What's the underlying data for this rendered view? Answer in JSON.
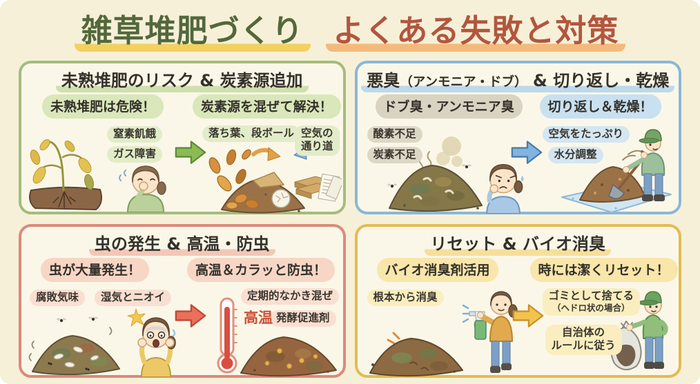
{
  "title": {
    "part1": "雑草堆肥づくり",
    "part2": "よくある失敗と対策"
  },
  "colors": {
    "page_bg": "#f7f0d8",
    "panel_bg": "#fbf7e8",
    "title_green": "#52683c",
    "title_red": "#b2563e",
    "title_highlight_yellow": "#f1d161",
    "title_highlight_orange": "#f3ba7c",
    "panel1_accent": "#a3bd7e",
    "panel2_accent": "#8bb7da",
    "panel3_accent": "#db8a7b",
    "panel4_accent": "#e4bb53",
    "temperature_red": "#cc4f38"
  },
  "panel1": {
    "title": "未熟堆肥のリスク & 炭素源追加",
    "problem_heading": "未熟堆肥は危険！",
    "problem_label1": "窒素飢餓",
    "problem_label2": "ガス障害",
    "solution_heading": "炭素源を混ぜて解決！",
    "solution_label1": "落ち葉、段ボール",
    "solution_label2": "空気の\n通り道"
  },
  "panel2": {
    "title_main": "悪臭",
    "title_paren": "（アンモニア・ドブ）",
    "title_rest": " & 切り返し・乾燥",
    "problem_heading": "ドブ臭・アンモニア臭",
    "problem_label1": "酸素不足",
    "problem_label2": "炭素不足",
    "solution_heading": "切り返し＆乾燥！",
    "solution_label1": "空気をたっぷり",
    "solution_label2": "水分調整"
  },
  "panel3": {
    "title": "虫の発生 & 高温・防虫",
    "problem_heading": "虫が大量発生！",
    "problem_label1": "腐敗気味",
    "problem_label2": "湿気とニオイ",
    "solution_heading": "高温＆カラッと防虫！",
    "solution_label1": "定期的なかき混ぜ",
    "solution_label2": "発酵促進剤",
    "temperature_label": "高温"
  },
  "panel4": {
    "title": "リセット & バイオ消臭",
    "problem_heading": "バイオ消臭剤活用",
    "problem_label1": "根本から消臭",
    "solution_heading": "時には潔くリセット！",
    "solution_label1_main": "ゴミとして捨てる",
    "solution_label1_sub": "（ヘドロ状の場合）",
    "solution_label2": "自治体の\nルールに従う"
  },
  "icons": {
    "panel1": [
      "wilted-plant",
      "girl-pinching-nose",
      "right-arrow",
      "falling-leaves",
      "compost-pile-with-cardboard",
      "paper-stack",
      "curve-arrow-orange",
      "curve-arrow-blue"
    ],
    "panel2": [
      "smelly-compost-pile",
      "steam-clouds",
      "flies",
      "worried-woman",
      "right-arrow",
      "man-shoveling-compost-on-tarp"
    ],
    "panel3": [
      "maggot-compost-pile",
      "flies",
      "shocked-girl",
      "right-arrow",
      "thermometer-high",
      "hot-compost-pile"
    ],
    "panel4": [
      "compost-pile",
      "woman-spraying-deodorizer",
      "right-arrow",
      "man-holding-garbage-bag"
    ]
  }
}
